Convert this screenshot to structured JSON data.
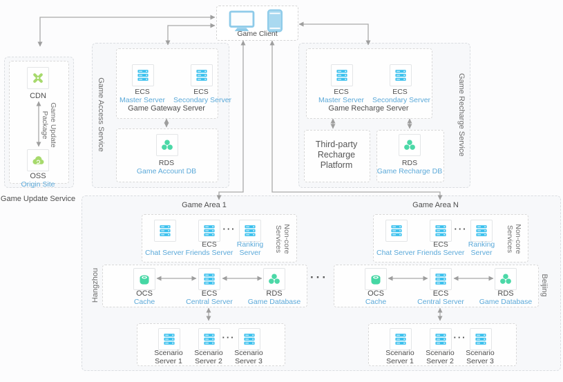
{
  "client": {
    "label": "Game Client"
  },
  "update_service": {
    "label": "Game Update Service",
    "cdn_label": "CDN",
    "link_line1": "Game Update",
    "link_line2": "Package",
    "oss_label": "OSS",
    "oss_sub": "Origin Site"
  },
  "access_service": {
    "label": "Game Access Service",
    "gateway": {
      "title": "Game Gateway Server",
      "server1_top": "ECS",
      "server1_bottom": "Master Server",
      "server2_top": "ECS",
      "server2_bottom": "Secondary Server"
    },
    "db_top": "RDS",
    "db_bottom": "Game Account DB"
  },
  "recharge_service": {
    "label": "Game Recharge Service",
    "server": {
      "title": "Game Recharge Server",
      "server1_top": "ECS",
      "server1_bottom": "Master Server",
      "server2_top": "ECS",
      "server2_bottom": "Secondary Server"
    },
    "third_party": {
      "line1": "Third-party",
      "line2": "Recharge",
      "line3": "Platform"
    },
    "db_top": "RDS",
    "db_bottom": "Game Recharge DB"
  },
  "between_areas_ellipsis": "···",
  "areas": [
    {
      "title": "Game Area 1",
      "city": "Hangzhou",
      "noncore": {
        "label_line1": "Non-core",
        "label_line2": "Services",
        "ellipsis": "···",
        "item1_top": "",
        "item1_bottom": "Chat Server",
        "item2_top": "ECS",
        "item2_bottom": "Friends Server",
        "item3_top": "Ranking",
        "item3_bottom": "Server"
      },
      "core": {
        "item1_top": "OCS",
        "item1_bottom": "Cache",
        "item2_top": "ECS",
        "item2_bottom": "Central Server",
        "item3_top": "RDS",
        "item3_bottom": "Game Database"
      },
      "scenario": {
        "ellipsis": "···",
        "item1_line1": "Scenario",
        "item1_line2": "Server 1",
        "item2_line1": "Scenario",
        "item2_line2": "Server 2",
        "item3_line1": "Scenario",
        "item3_line2": "Server 3"
      }
    },
    {
      "title": "Game Area N",
      "city": "Beijing",
      "noncore": {
        "label_line1": "Non-core",
        "label_line2": "Services",
        "ellipsis": "···",
        "item1_top": "",
        "item1_bottom": "Chat Server",
        "item2_top": "ECS",
        "item2_bottom": "Friends Server",
        "item3_top": "Ranking",
        "item3_bottom": "Server"
      },
      "core": {
        "item1_top": "OCS",
        "item1_bottom": "Cache",
        "item2_top": "ECS",
        "item2_bottom": "Central Server",
        "item3_top": "RDS",
        "item3_bottom": "Game Database"
      },
      "scenario": {
        "ellipsis": "···",
        "item1_line1": "Scenario",
        "item1_line2": "Server 1",
        "item2_line1": "Scenario",
        "item2_line2": "Server 2",
        "item3_line1": "Scenario",
        "item3_line2": "Server 3"
      }
    }
  ],
  "colors": {
    "accent_blue_text": "#5ba9d9",
    "ecs_icon_blue": "#3cc1ee",
    "rds_ocs_green": "#4bd8a7",
    "cdn_oss_green": "#a7da6d",
    "client_icon_blue": "#8ecbe9",
    "arrow_gray": "#a3a3a3"
  }
}
